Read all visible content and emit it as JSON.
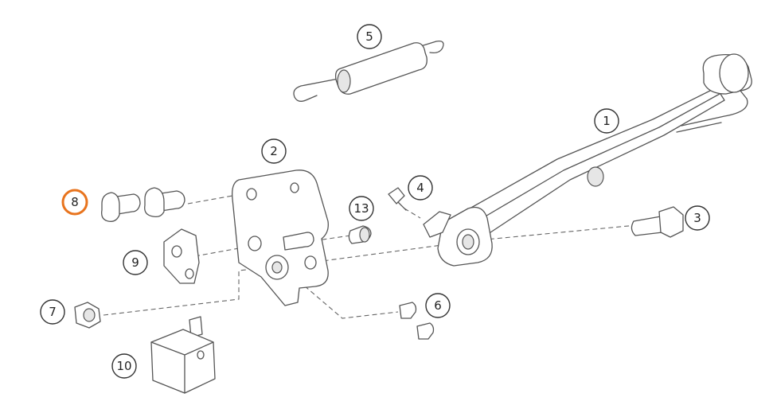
{
  "colors": {
    "line": "#555555",
    "callout_stroke": "#333333",
    "highlight": "#e8741e",
    "background": "#ffffff"
  },
  "callouts": [
    {
      "id": "1",
      "label": "1",
      "highlighted": false
    },
    {
      "id": "2",
      "label": "2",
      "highlighted": false
    },
    {
      "id": "3",
      "label": "3",
      "highlighted": false
    },
    {
      "id": "4",
      "label": "4",
      "highlighted": false
    },
    {
      "id": "5",
      "label": "5",
      "highlighted": false
    },
    {
      "id": "6",
      "label": "6",
      "highlighted": false
    },
    {
      "id": "7",
      "label": "7",
      "highlighted": false
    },
    {
      "id": "8",
      "label": "8",
      "highlighted": true
    },
    {
      "id": "9",
      "label": "9",
      "highlighted": false
    },
    {
      "id": "10",
      "label": "10",
      "highlighted": false
    },
    {
      "id": "13",
      "label": "13",
      "highlighted": false
    }
  ]
}
